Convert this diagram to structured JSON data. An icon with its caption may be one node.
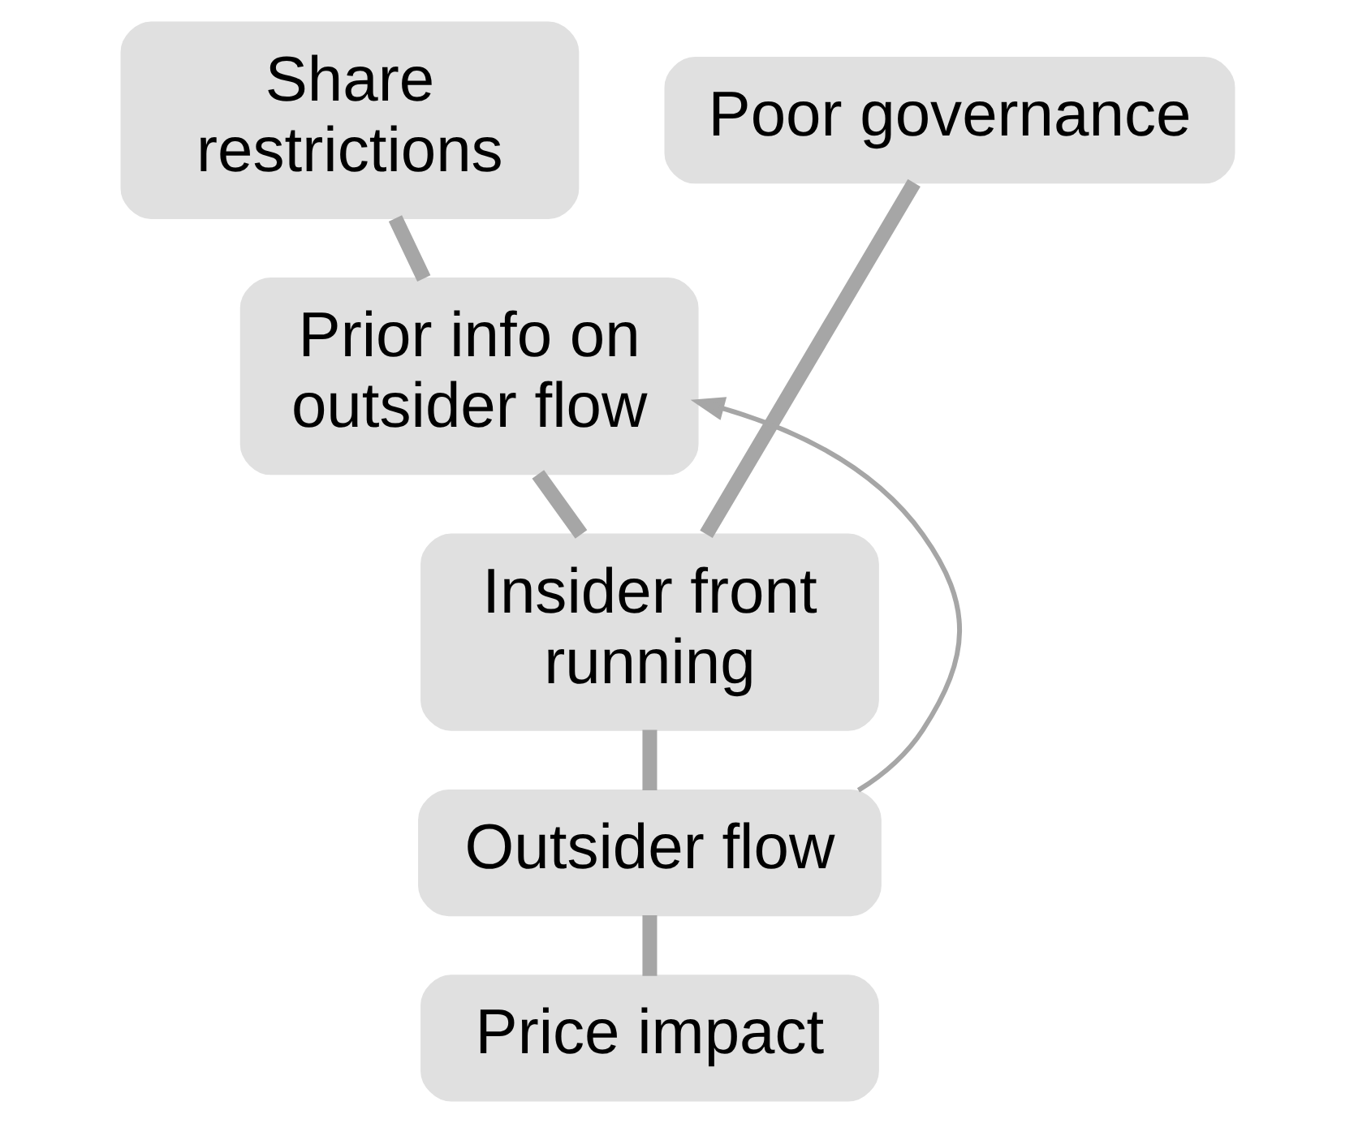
{
  "diagram": {
    "nodes": [
      {
        "text": [
          "Share restrictions"
        ]
      },
      {
        "text": [
          "Poor governance"
        ]
      },
      {
        "text": [
          "Prior info on outsider flow"
        ]
      },
      {
        "text": [
          "Insider front running"
        ]
      },
      {
        "text": [
          "Outsider flow"
        ]
      },
      {
        "text": [
          "Price impact"
        ]
      }
    ],
    "edges": [
      {
        "from": 0,
        "to": 2,
        "arrow": "none"
      },
      {
        "from": 2,
        "to": 3,
        "arrow": "none"
      },
      {
        "from": 1,
        "to": 3,
        "arrow": "none"
      },
      {
        "from": 3,
        "to": 4,
        "arrow": "none"
      },
      {
        "from": 4,
        "to": 5,
        "arrow": "none"
      },
      {
        "from": 4,
        "to": 2,
        "arrow": "to"
      }
    ]
  }
}
